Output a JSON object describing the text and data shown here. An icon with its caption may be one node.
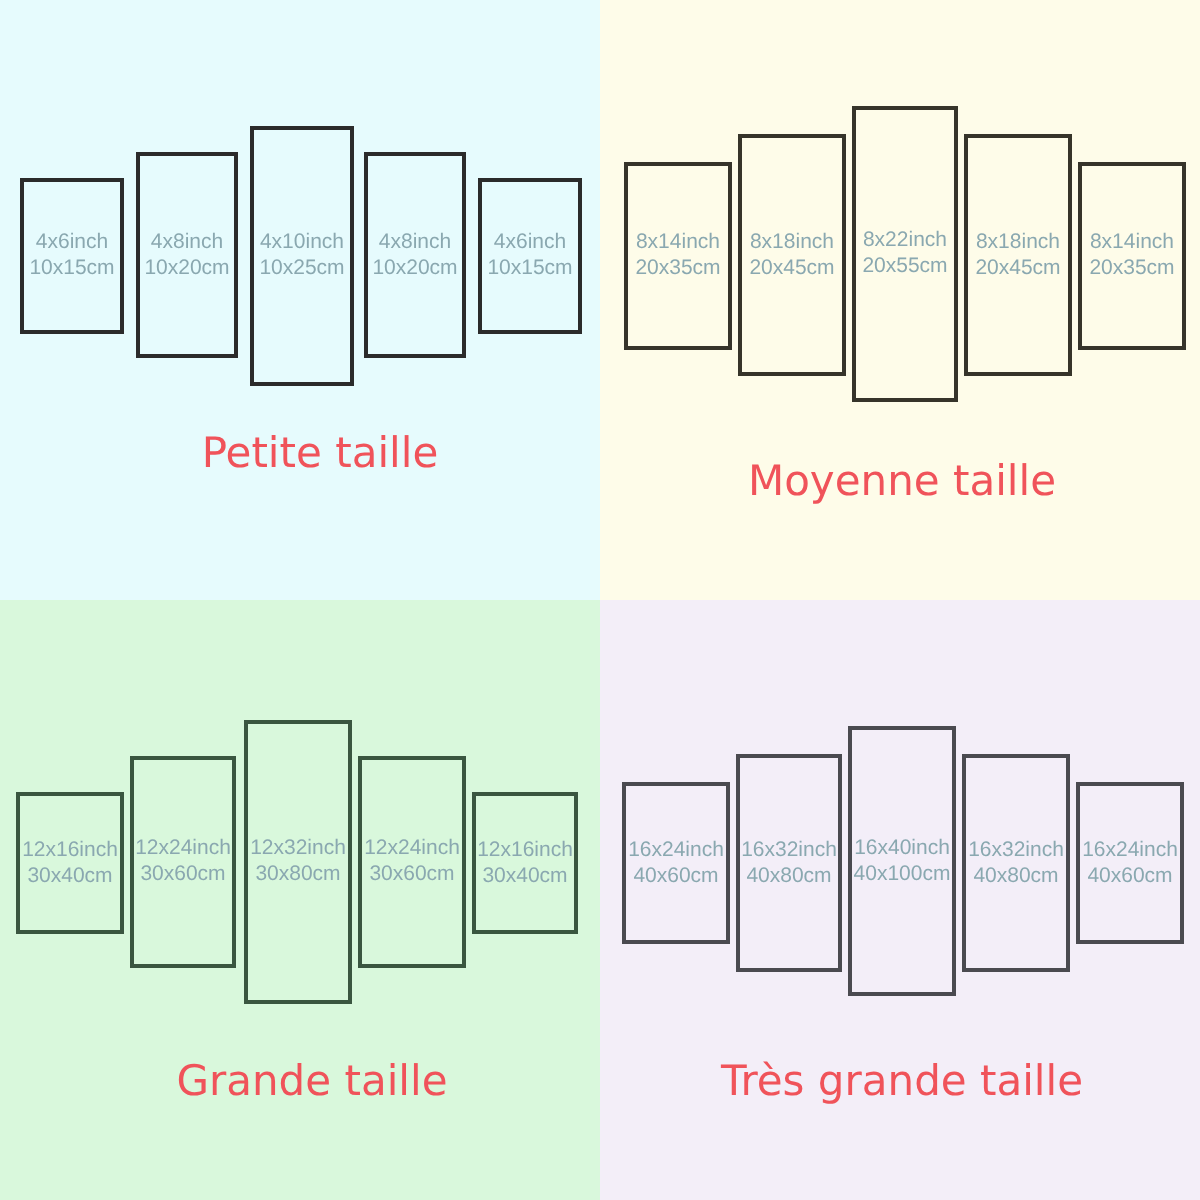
{
  "diagram": {
    "nodes": [
      {
        "text": [
          "Petite taille"
        ]
      },
      {
        "text": [
          "4x6inch 10x15cm"
        ],
        "in": 0
      },
      {
        "text": [
          "4x8inch 10x20cm"
        ],
        "in": 0
      },
      {
        "text": [
          "4x10inch 10x25cm"
        ],
        "in": 0
      },
      {
        "text": [
          "4x8inch 10x20cm"
        ],
        "in": 0
      },
      {
        "text": [
          "4x6inch 10x15cm"
        ],
        "in": 0
      },
      {
        "text": [
          "Moyenne taille"
        ]
      },
      {
        "text": [
          "8x14inch 20x35cm"
        ],
        "in": 6
      },
      {
        "text": [
          "8x18inch 20x45cm"
        ],
        "in": 6
      },
      {
        "text": [
          "8x22inch 20x55cm"
        ],
        "in": 6
      },
      {
        "text": [
          "8x18inch 20x45cm"
        ],
        "in": 6
      },
      {
        "text": [
          "8x14inch 20x35cm"
        ],
        "in": 6
      },
      {
        "text": [
          "Grande taille"
        ]
      },
      {
        "text": [
          "12x16inch 30x40cm"
        ],
        "in": 12
      },
      {
        "text": [
          "12x24inch 30x60cm"
        ],
        "in": 12
      },
      {
        "text": [
          "12x32inch 30x80cm"
        ],
        "in": 12
      },
      {
        "text": [
          "12x24inch 30x60cm"
        ],
        "in": 12
      },
      {
        "text": [
          "12x16inch 30x40cm"
        ],
        "in": 12
      },
      {
        "text": [
          "Très grande taille"
        ]
      },
      {
        "text": [
          "16x24inch 40x60cm"
        ],
        "in": 18
      },
      {
        "text": [
          "16x32inch 40x80cm"
        ],
        "in": 18
      },
      {
        "text": [
          "16x40inch 40x100cm"
        ],
        "in": 18
      },
      {
        "text": [
          "16x32inch 40x80cm"
        ],
        "in": 18
      },
      {
        "text": [
          "16x24inch 40x60cm"
        ],
        "in": 18
      }
    ]
  }
}
